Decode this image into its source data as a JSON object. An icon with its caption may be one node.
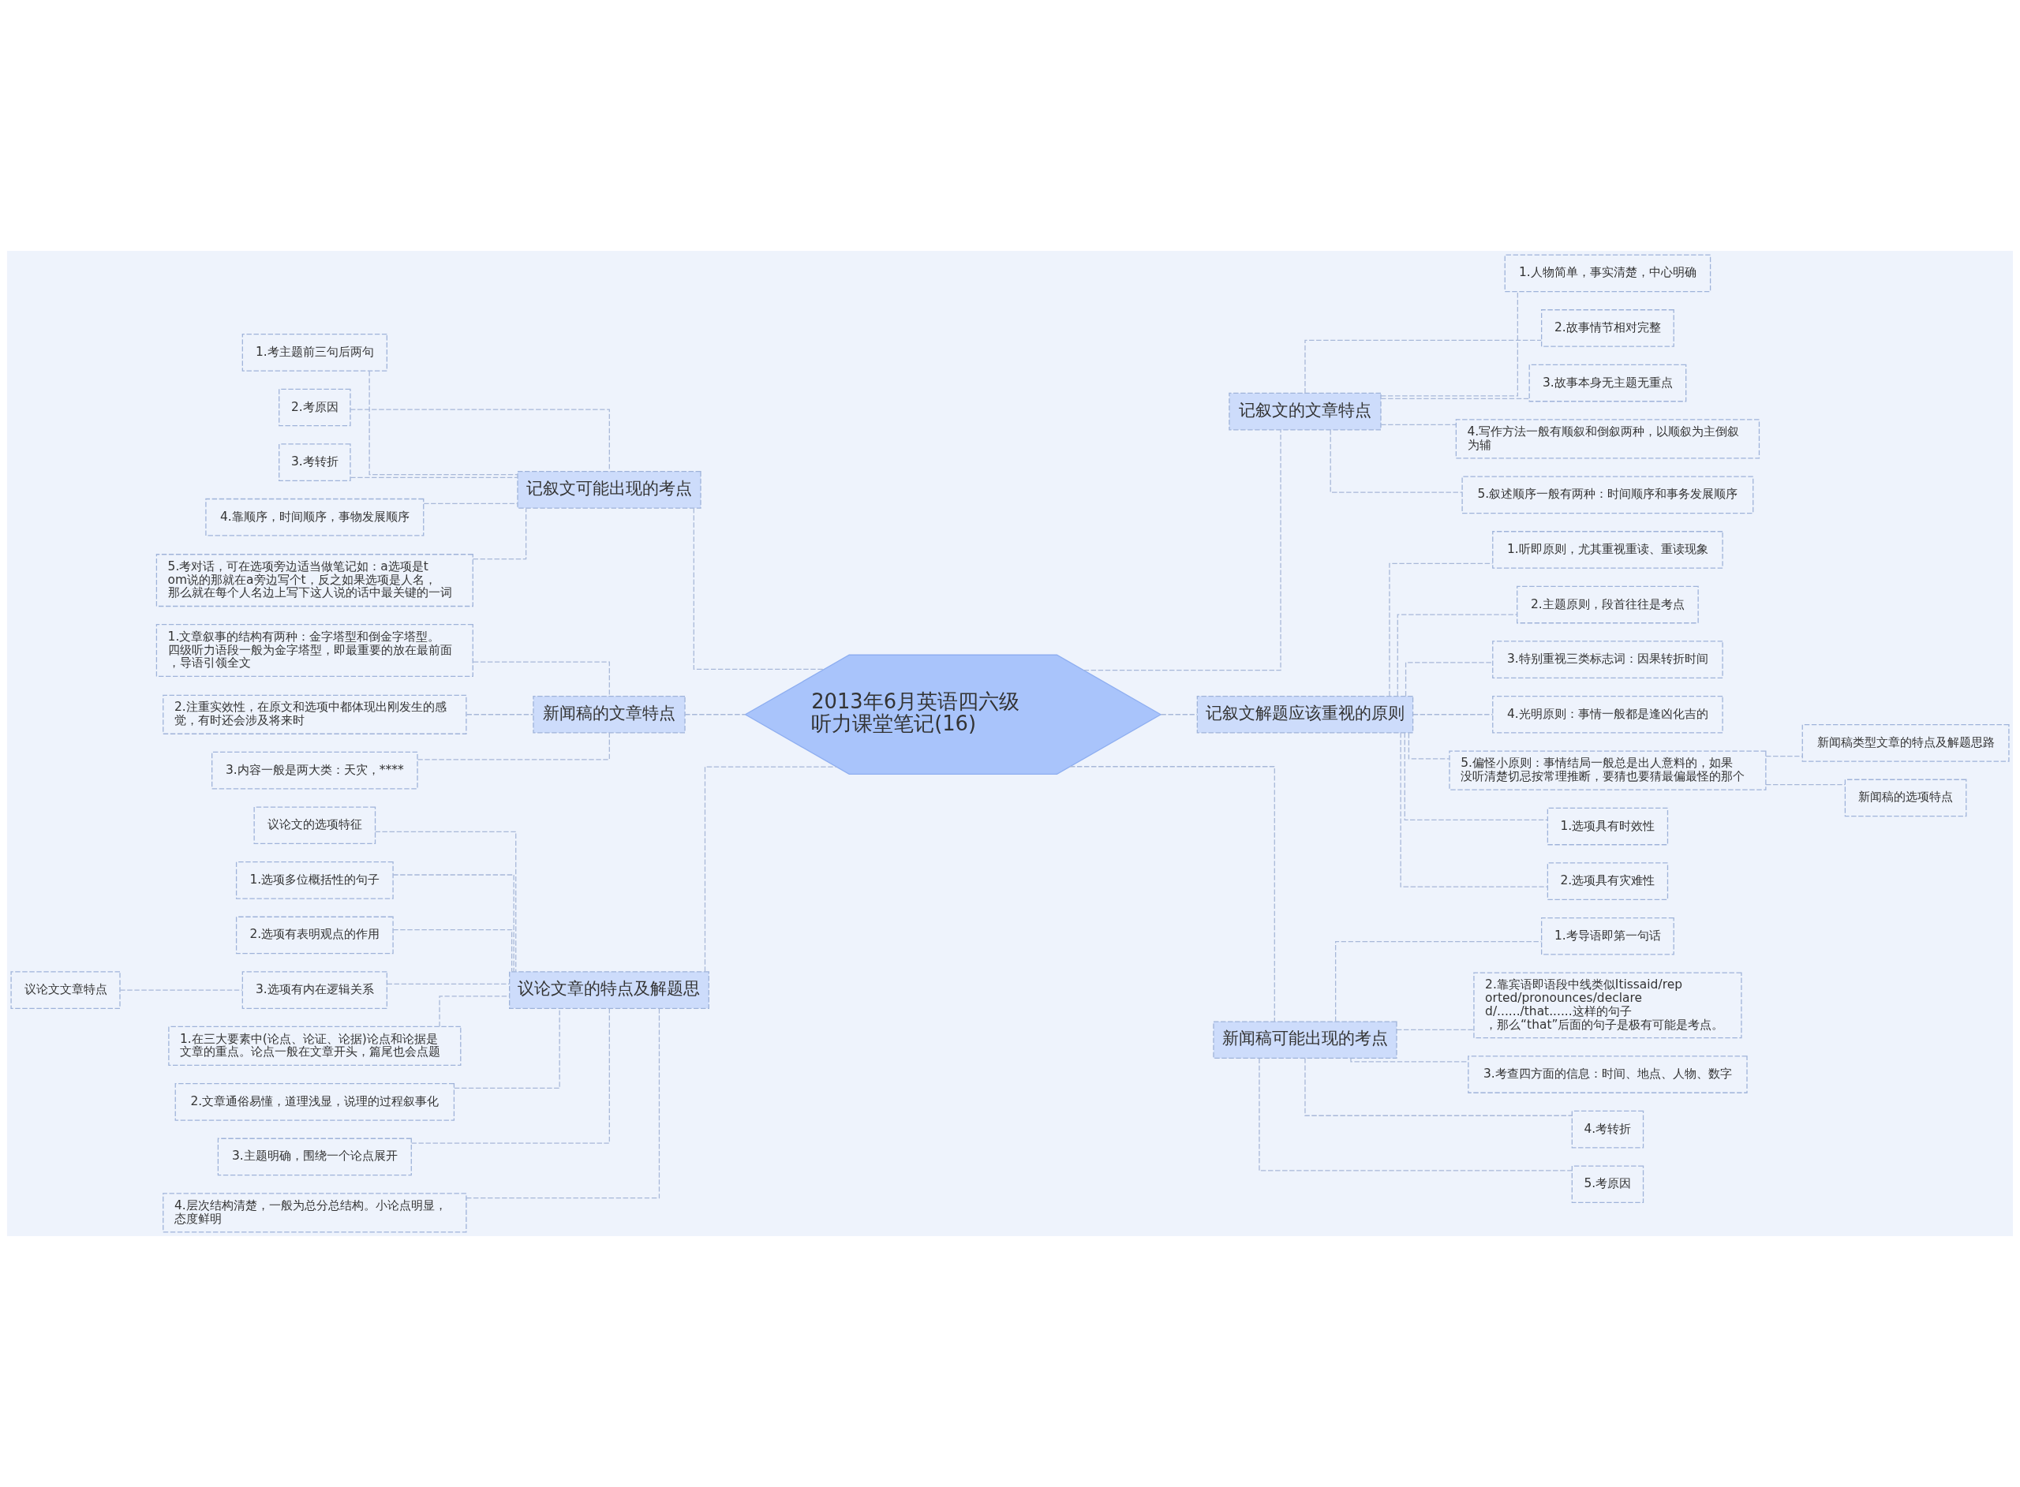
{
  "diagram": {
    "nodes": [
      {
        "text": [
          "2013年6月英语四六级听力课堂笔记(16)"
        ]
      },
      {
        "text": [
          "记叙文可能出现的考点"
        ]
      },
      {
        "text": [
          "1.考主题前三句后两句"
        ]
      },
      {
        "text": [
          "2.考原因"
        ]
      },
      {
        "text": [
          "3.考转折"
        ]
      },
      {
        "text": [
          "4.靠顺序，时间顺序，事物发展顺序"
        ]
      },
      {
        "text": [
          "5.考对话，可在选项旁边适当做笔记如：a选项是tom说的那就在a旁边写个t，反之如果选项是人名，那么就在每个人名边上写下这人说的话中最关键的一词"
        ]
      },
      {
        "text": [
          "新闻稿的文章特点"
        ]
      },
      {
        "text": [
          "1.文章叙事的结构有两种：金字塔型和倒金字塔型。四级听力语段一般为金字塔型，即最重要的放在最前面，导语引领全文"
        ]
      },
      {
        "text": [
          "2.注重实效性，在原文和选项中都体现出刚发生的感觉，有时还会涉及将来时"
        ]
      },
      {
        "text": [
          "3.内容一般是两大类：天灾，****"
        ]
      },
      {
        "text": [
          "议论文章的特点及解题思"
        ]
      },
      {
        "text": [
          "议论文的选项特征"
        ]
      },
      {
        "text": [
          "1.选项多位概括性的句子"
        ]
      },
      {
        "text": [
          "2.选项有表明观点的作用"
        ]
      },
      {
        "text": [
          "3.选项有内在逻辑关系"
        ]
      },
      {
        "text": [
          "议论文文章特点"
        ]
      },
      {
        "text": [
          "1.在三大要素中(论点、论证、论据)论点和论据是文章的重点。论点一般在文章开头，篇尾也会点题"
        ]
      },
      {
        "text": [
          "2.文章通俗易懂，道理浅显，说理的过程叙事化"
        ]
      },
      {
        "text": [
          "3.主题明确，围绕一个论点展开"
        ]
      },
      {
        "text": [
          "4.层次结构清楚，一般为总分总结构。小论点明显，态度鲜明"
        ]
      },
      {
        "text": [
          "记叙文的文章特点"
        ]
      },
      {
        "text": [
          "1.人物简单，事实清楚，中心明确"
        ]
      },
      {
        "text": [
          "2.故事情节相对完整"
        ]
      },
      {
        "text": [
          "3.故事本身无主题无重点"
        ]
      },
      {
        "text": [
          "4.写作方法一般有顺叙和倒叙两种，以顺叙为主倒叙为辅"
        ]
      },
      {
        "text": [
          "5.叙述顺序一般有两种：时间顺序和事务发展顺序"
        ]
      },
      {
        "text": [
          "记叙文解题应该重视的原则"
        ]
      },
      {
        "text": [
          "1.听即原则，尤其重视重读、重读现象"
        ]
      },
      {
        "text": [
          "2.主题原则，段首往往是考点"
        ]
      },
      {
        "text": [
          "3.特别重视三类标志词：因果转折时间"
        ]
      },
      {
        "text": [
          "4.光明原则：事情一般都是逢凶化吉的"
        ]
      },
      {
        "text": [
          "5.偏怪小原则：事情结局一般总是出人意料的，如果没听清楚切忌按常理推断，要猜也要猜最偏最怪的那个"
        ]
      },
      {
        "text": [
          "新闻稿类型文章的特点及解题思路"
        ]
      },
      {
        "text": [
          "新闻稿的选项特点"
        ]
      },
      {
        "text": [
          "1.选项具有时效性"
        ]
      },
      {
        "text": [
          "2.选项具有灾难性"
        ]
      },
      {
        "text": [
          "新闻稿可能出现的考点"
        ]
      },
      {
        "text": [
          "1.考导语即第一句话"
        ]
      },
      {
        "text": [
          "2.靠宾语即语段中线类似Itissaid/reported/pronounces/declared/....../that......这样的句子，那么“that”后面的句子是极有可能是考点。"
        ]
      },
      {
        "text": [
          "3.考查四方面的信息：时间、地点、人物、数字"
        ]
      },
      {
        "text": [
          "4.考转折"
        ]
      },
      {
        "text": [
          "5.考原因"
        ]
      }
    ],
    "edges": [
      {
        "from": 0,
        "to": 1,
        "arrow": "none"
      },
      {
        "from": 1,
        "to": 2,
        "arrow": "none"
      },
      {
        "from": 1,
        "to": 3,
        "arrow": "none"
      },
      {
        "from": 1,
        "to": 4,
        "arrow": "none"
      },
      {
        "from": 1,
        "to": 5,
        "arrow": "none"
      },
      {
        "from": 1,
        "to": 6,
        "arrow": "none"
      },
      {
        "from": 0,
        "to": 7,
        "arrow": "none"
      },
      {
        "from": 7,
        "to": 8,
        "arrow": "none"
      },
      {
        "from": 7,
        "to": 9,
        "arrow": "none"
      },
      {
        "from": 7,
        "to": 10,
        "arrow": "none"
      },
      {
        "from": 0,
        "to": 11,
        "arrow": "none"
      },
      {
        "from": 11,
        "to": 12,
        "arrow": "none"
      },
      {
        "from": 11,
        "to": 13,
        "arrow": "none"
      },
      {
        "from": 11,
        "to": 14,
        "arrow": "none"
      },
      {
        "from": 11,
        "to": 15,
        "arrow": "none"
      },
      {
        "from": 15,
        "to": 16,
        "arrow": "none"
      },
      {
        "from": 11,
        "to": 17,
        "arrow": "none"
      },
      {
        "from": 11,
        "to": 18,
        "arrow": "none"
      },
      {
        "from": 11,
        "to": 19,
        "arrow": "none"
      },
      {
        "from": 11,
        "to": 20,
        "arrow": "none"
      },
      {
        "from": 0,
        "to": 21,
        "arrow": "none"
      },
      {
        "from": 21,
        "to": 22,
        "arrow": "none"
      },
      {
        "from": 21,
        "to": 23,
        "arrow": "none"
      },
      {
        "from": 21,
        "to": 24,
        "arrow": "none"
      },
      {
        "from": 21,
        "to": 25,
        "arrow": "none"
      },
      {
        "from": 21,
        "to": 26,
        "arrow": "none"
      },
      {
        "from": 0,
        "to": 27,
        "arrow": "none"
      },
      {
        "from": 27,
        "to": 28,
        "arrow": "none"
      },
      {
        "from": 27,
        "to": 29,
        "arrow": "none"
      },
      {
        "from": 27,
        "to": 30,
        "arrow": "none"
      },
      {
        "from": 27,
        "to": 31,
        "arrow": "none"
      },
      {
        "from": 27,
        "to": 32,
        "arrow": "none"
      },
      {
        "from": 32,
        "to": 33,
        "arrow": "none"
      },
      {
        "from": 32,
        "to": 34,
        "arrow": "none"
      },
      {
        "from": 27,
        "to": 35,
        "arrow": "none"
      },
      {
        "from": 27,
        "to": 36,
        "arrow": "none"
      },
      {
        "from": 0,
        "to": 37,
        "arrow": "none"
      },
      {
        "from": 37,
        "to": 38,
        "arrow": "none"
      },
      {
        "from": 37,
        "to": 39,
        "arrow": "none"
      },
      {
        "from": 37,
        "to": 40,
        "arrow": "none"
      },
      {
        "from": 37,
        "to": 41,
        "arrow": "none"
      },
      {
        "from": 37,
        "to": 42,
        "arrow": "none"
      }
    ]
  }
}
